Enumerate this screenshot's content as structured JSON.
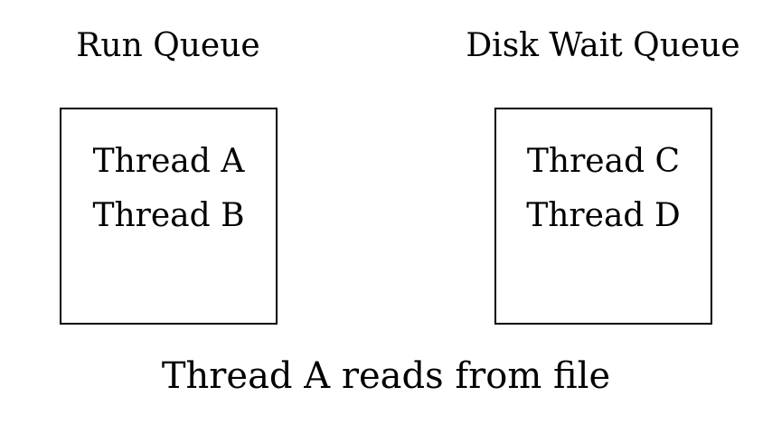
{
  "diagram": {
    "queues": [
      {
        "title": "Run Queue",
        "threads": [
          "Thread A",
          "Thread B"
        ]
      },
      {
        "title": "Disk Wait Queue",
        "threads": [
          "Thread C",
          "Thread D"
        ]
      }
    ],
    "caption": "Thread A reads from file"
  },
  "colors": {
    "background": "#ffffff",
    "text": "#000000",
    "box_border": "#000000"
  }
}
